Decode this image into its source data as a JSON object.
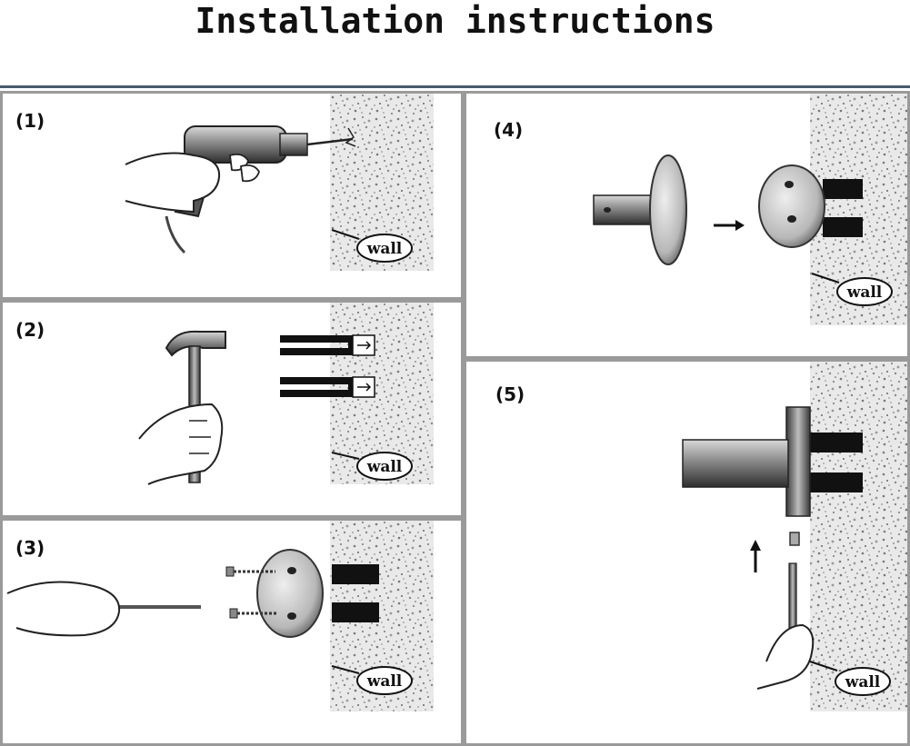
{
  "title": "Installation instructions",
  "steps": [
    {
      "number": "(1)",
      "wall_label": "wall"
    },
    {
      "number": "(2)",
      "wall_label": "wall"
    },
    {
      "number": "(3)",
      "wall_label": "wall"
    },
    {
      "number": "(4)",
      "wall_label": "wall"
    },
    {
      "number": "(5)",
      "wall_label": "wall"
    }
  ],
  "colors": {
    "frame_border": "#9a9a9a",
    "top_rule": "#3e5d78",
    "wall_texture": "#8a8a8a",
    "metal": "#6d6d6d"
  }
}
